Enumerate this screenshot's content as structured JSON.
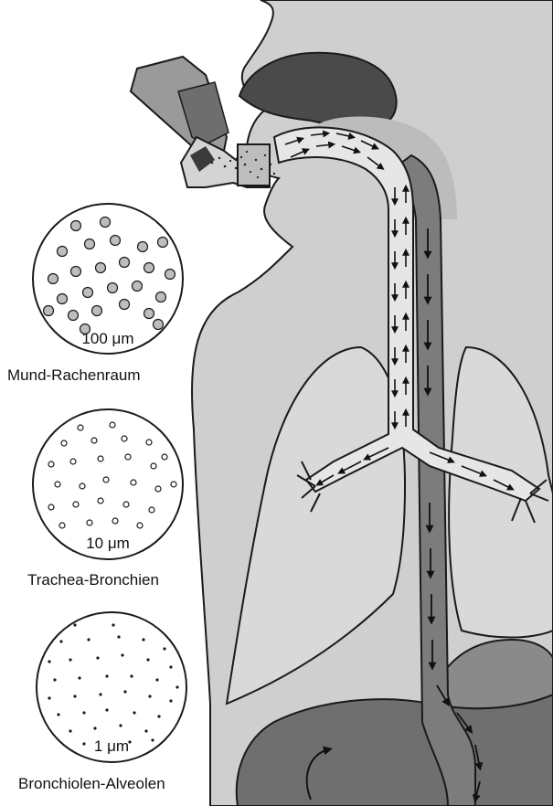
{
  "colors": {
    "background": "#ffffff",
    "body_shading": "#cfcfcf",
    "body_outline": "#1a1a1a",
    "dark_region": "#4a4a4a",
    "esophagus": "#7c7c7c",
    "airway": "#e6e6e6",
    "stomach": "#6f6f6f",
    "lung_fill": "#d9d9d9",
    "particle_fill": "#bdbdbd"
  },
  "panels": [
    {
      "id": "mouth",
      "size_label": "100 μm",
      "region_label": "Mund-Rachenraum",
      "particle_style": "large"
    },
    {
      "id": "trachea",
      "size_label": "10 μm",
      "region_label": "Trachea-Bronchien",
      "particle_style": "medium"
    },
    {
      "id": "alveoli",
      "size_label": "1 μm",
      "region_label": "Bronchiolen-Alveolen",
      "particle_style": "small"
    }
  ],
  "icons": {
    "inhaler": "inhaler-icon",
    "flow_arrows": "arrow-icon"
  }
}
